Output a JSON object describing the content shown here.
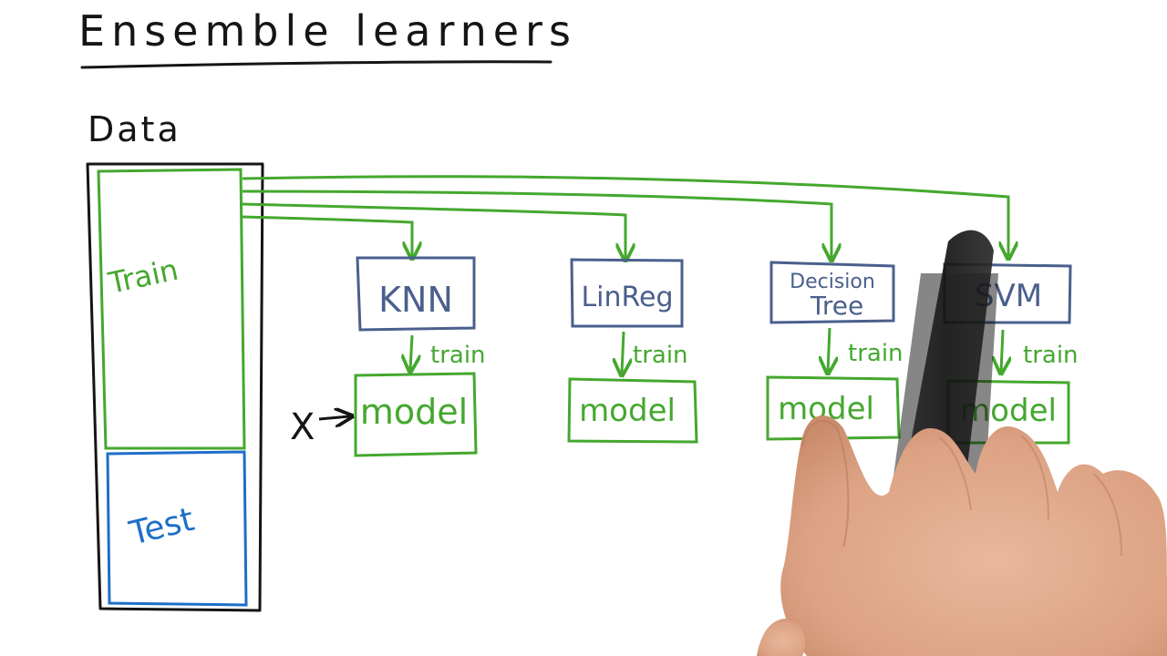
{
  "title": "Ensemble learners",
  "data_label": "Data",
  "train_label": "Train",
  "test_label": "Test",
  "x_label": "X",
  "learners": [
    {
      "name": "KNN",
      "edge_label": "train",
      "output": "model"
    },
    {
      "name": "LinReg",
      "edge_label": "train",
      "output": "model"
    },
    {
      "name_line1": "Decision",
      "name_line2": "Tree",
      "edge_label": "train",
      "output": "model"
    },
    {
      "name": "SVM",
      "edge_label": "train",
      "output": "model"
    }
  ],
  "colors": {
    "ink": "#151515",
    "green": "#44a82e",
    "blue": "#1e6fc8",
    "slate": "#4a5f8c",
    "hand": "#e3ae8f"
  }
}
